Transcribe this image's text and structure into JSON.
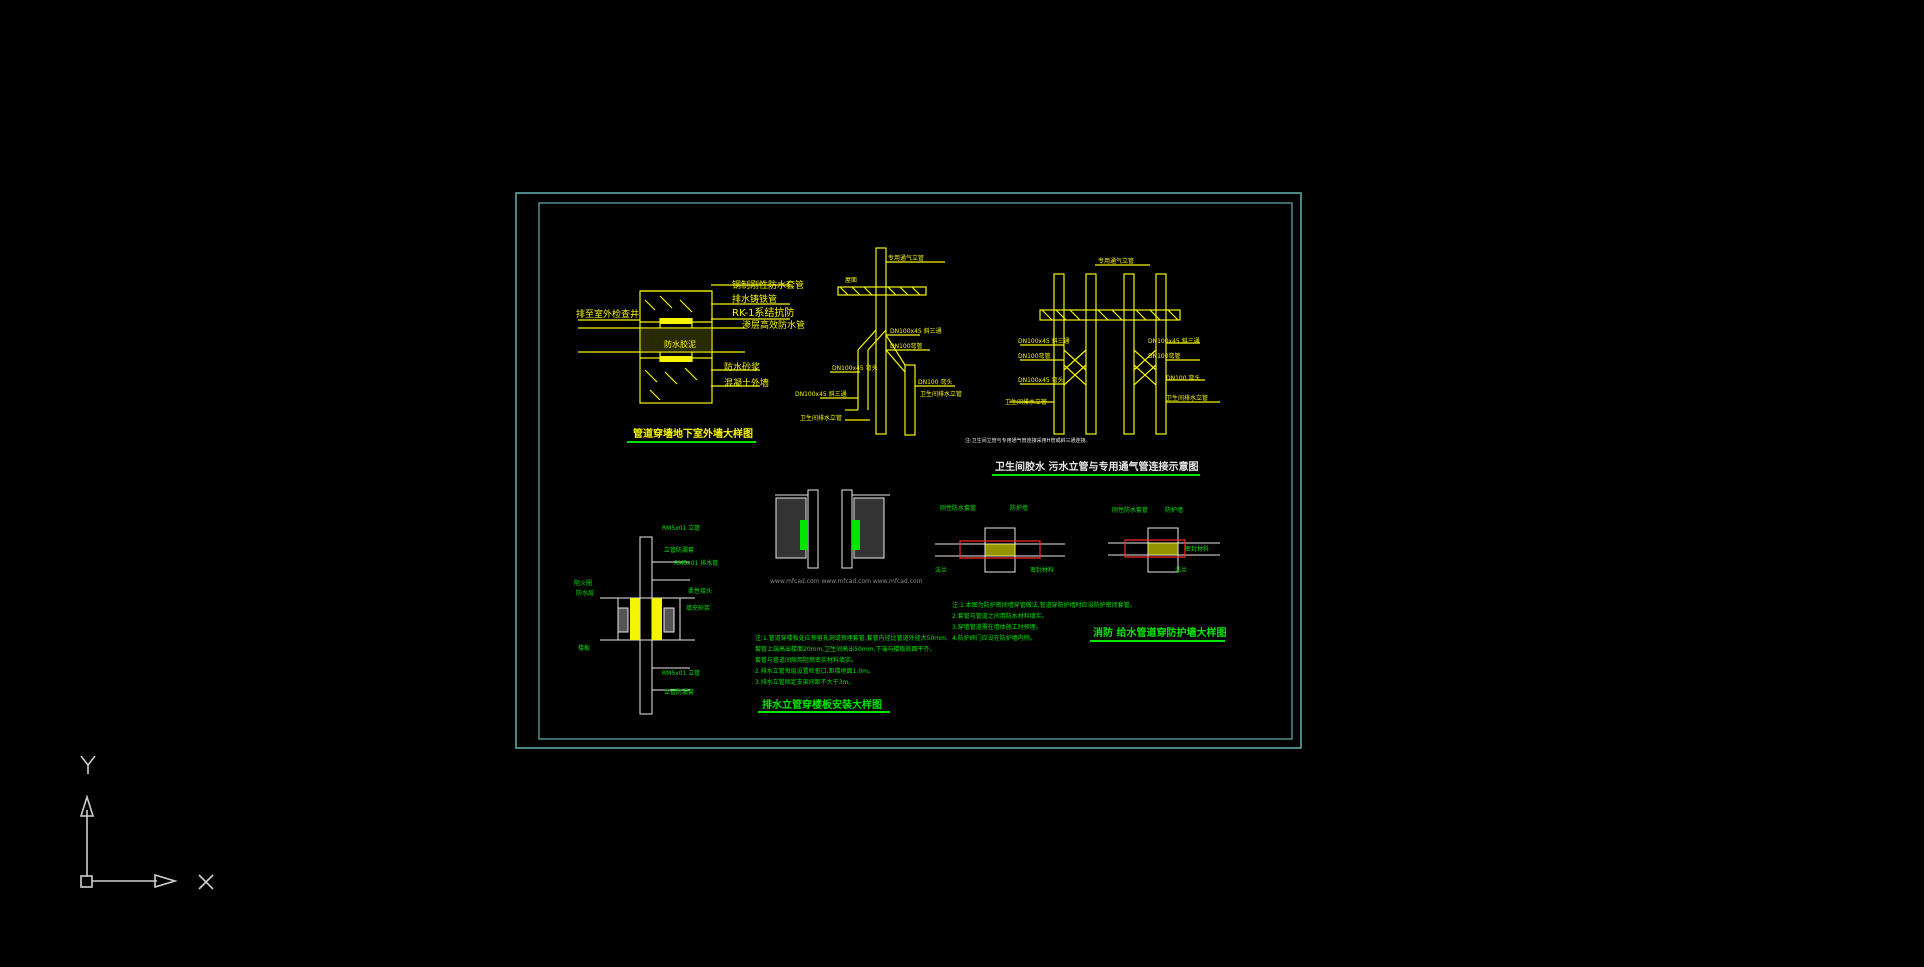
{
  "colors": {
    "background": "#000000",
    "frame": "#5fb3b0",
    "yellow": "#f5f500",
    "green": "#00e600",
    "white": "#e8e8e8",
    "red": "#ff2a2a",
    "axis": "#cfcfcf"
  },
  "ucs": {
    "y_label": "Y",
    "x_label": "X"
  },
  "drawing": {
    "titles": {
      "wall_detail": "管道穿墙地下室外墙大样图",
      "riser_connection": "卫生间胶水 污水立管与专用通气管连接示意图",
      "drain_riser": "排水立管穿楼板安装大样图",
      "protection": "消防 给水管道穿防护墙大样图"
    },
    "labels": {
      "water_stop_ring": "钢制刚性防水套管",
      "rk_coating": "RK-1系结抗防",
      "rk_coating_2": "渗层高效防水管",
      "drain_pipe": "排水铸铁管",
      "cement_mortar": "防水砂浆",
      "concrete_wall": "混凝土外墙",
      "outlet_pipe": "排至室外检查井",
      "sealant": "防水胶泥",
      "vent_pipe": "专用通气立管",
      "roof": "屋面",
      "dn1": "DN100x45 斜三通",
      "dn2": "DN100弯管",
      "dn3": "DN100x45 斜三通",
      "dn4": "DN100 弯头",
      "dn5": "DN100x45 弯头",
      "branch_pipe": "卫生间排水立管",
      "riser_a": "RM5x01 立管",
      "riser_b": "RM5x01 排水管",
      "sleeve": "立管防漏套",
      "flexible_joint": "柔性接头",
      "fireproof": "阻火圈",
      "floor_slab": "楼板",
      "waterproof_layer": "防水层",
      "fill_mortar": "填充砂浆",
      "watermark": "www.mfcad.com www.mfcad.com www.mfcad.com",
      "rigid": "刚性防水套管",
      "fire_wall": "防护墙",
      "seal": "密封材料",
      "flange": "法兰"
    },
    "notes": {
      "center_1": "注:1.管道穿楼板处应预留孔洞或预埋套管,套管内径比管道外径大50mm,",
      "center_2": "   套管上端高出楼面20mm,卫生间高出50mm,下端与楼板底面平齐。",
      "center_3": "   套管与管道间隙用阻燃密实材料填实。",
      "center_4": "2.排水立管每层设置检查口,距楼地面1.0m。",
      "center_5": "3.排水立管固定支架间距不大于3m。",
      "right_1": "注:1.本图为防护密闭墙穿管做法,管道穿防护墙时应设防护密闭套管。",
      "right_2": "2.套管与管道之间用防水材料填实。",
      "right_3": "3.穿墙管道需在墙体施工时预埋。",
      "right_4": "4.防护阀门应设在防护墙内侧。",
      "upper_note": "注:卫生间立管与专用通气管连接采用H管或斜三通连接。"
    }
  }
}
